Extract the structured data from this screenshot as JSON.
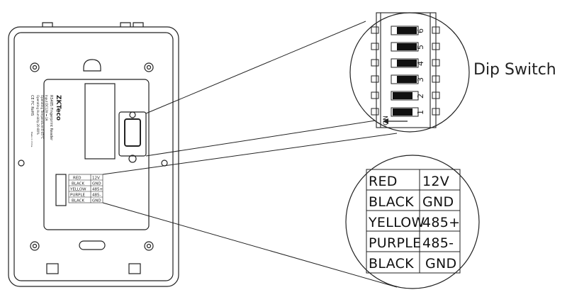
{
  "callouts": {
    "dip_switch_label": "Dip Switch",
    "dip_on_label": "ON",
    "dip_numbers": [
      "6",
      "5",
      "4",
      "3",
      "2",
      "1"
    ]
  },
  "device_label": {
    "brand": "ZKTeco",
    "model": "RS485 Fingerprint Reader",
    "specs": [
      "Input:DC12V ⎓ 1A",
      "Operating Temperature:0-45°C",
      "Operating Humidity:20-80%"
    ],
    "marks": [
      "CE FC RoHS",
      "Made in China"
    ]
  },
  "wiring_table": {
    "rows": [
      {
        "wire": "RED",
        "signal": "12V"
      },
      {
        "wire": "BLACK",
        "signal": "GND"
      },
      {
        "wire": "YELLOW",
        "signal": "485+"
      },
      {
        "wire": "PURPLE",
        "signal": "485-"
      },
      {
        "wire": "BLACK",
        "signal": "GND"
      }
    ]
  },
  "small_wiring_table": {
    "rows": [
      {
        "wire": "RED",
        "signal": "12V"
      },
      {
        "wire": "BLACK",
        "signal": "GND"
      },
      {
        "wire": "YELLOW",
        "signal": "485+"
      },
      {
        "wire": "PURPLE",
        "signal": "485-"
      },
      {
        "wire": "BLACK",
        "signal": "GND"
      }
    ]
  }
}
